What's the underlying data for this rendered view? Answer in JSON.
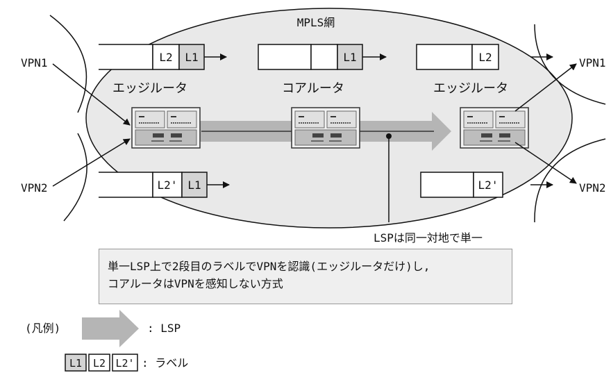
{
  "network_label": "MPLS網",
  "vpns": {
    "vpn1_left": "VPN1",
    "vpn2_left": "VPN2",
    "vpn1_right": "VPN1",
    "vpn2_right": "VPN2"
  },
  "routers": {
    "edge_left": "エッジルータ",
    "core": "コアルータ",
    "edge_right": "エッジルータ"
  },
  "labels": {
    "top_left": [
      "L2",
      "L1"
    ],
    "top_middle": [
      "",
      "L1"
    ],
    "top_right": [
      "L2"
    ],
    "bottom_left": [
      "L2'",
      "L1"
    ],
    "bottom_right": [
      "L2'"
    ]
  },
  "lsp_callout": "LSPは同一対地で単一",
  "note": {
    "line1": "単一LSP上で2段目のラベルでVPNを認識(エッジルータだけ)し,",
    "line2": "コアルータはVPNを感知しない方式"
  },
  "legend": {
    "title": "(凡例)",
    "lsp_text": ": LSP",
    "label_boxes": [
      "L1",
      "L2",
      "L2'"
    ],
    "label_text": ": ラベル"
  },
  "colors": {
    "shaded_label": "#d4d4d4",
    "lsp_arrow": "#b5b5b5",
    "cloud_fill": "#e9e9e9",
    "note_fill": "#efefef"
  }
}
